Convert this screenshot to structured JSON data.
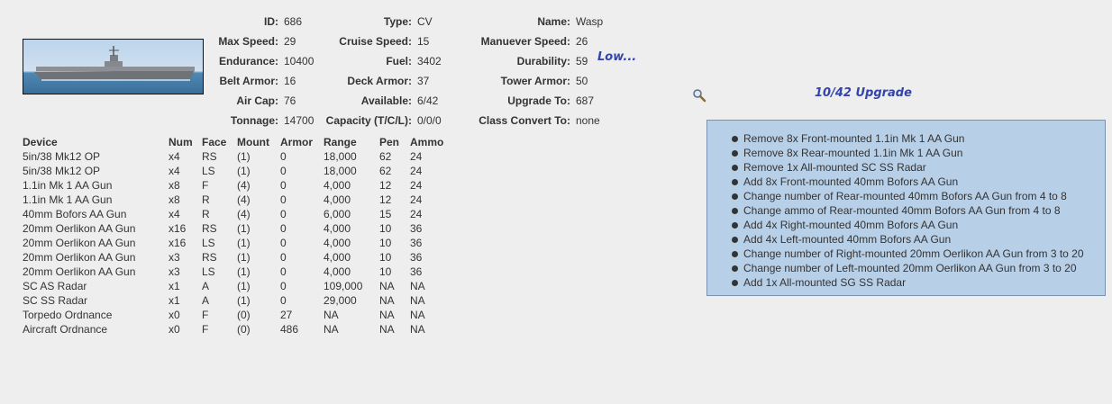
{
  "ship": {
    "col1": [
      {
        "label": "ID:",
        "value": "686"
      },
      {
        "label": "Max Speed:",
        "value": "29"
      },
      {
        "label": "Endurance:",
        "value": "10400"
      },
      {
        "label": "Belt Armor:",
        "value": "16"
      },
      {
        "label": "Air Cap:",
        "value": "76"
      },
      {
        "label": "Tonnage:",
        "value": "14700"
      }
    ],
    "col2": [
      {
        "label": "Type:",
        "value": "CV"
      },
      {
        "label": "Cruise Speed:",
        "value": "15"
      },
      {
        "label": "Fuel:",
        "value": "3402"
      },
      {
        "label": "Deck Armor:",
        "value": "37"
      },
      {
        "label": "Available:",
        "value": "6/42"
      },
      {
        "label": "Capacity (T/C/L):",
        "value": "0/0/0"
      }
    ],
    "col3": [
      {
        "label": "Name:",
        "value": "Wasp"
      },
      {
        "label": "Manuever Speed:",
        "value": "26"
      },
      {
        "label": "Durability:",
        "value": "59"
      },
      {
        "label": "Tower Armor:",
        "value": "50"
      },
      {
        "label": "Upgrade To:",
        "value": "687"
      },
      {
        "label": "Class Convert To:",
        "value": "none"
      }
    ],
    "durability_note": "Low...",
    "upgrade_title": "10/42 Upgrade"
  },
  "devices": {
    "headers": {
      "name": "Device",
      "num": "Num",
      "face": "Face",
      "mount": "Mount",
      "armor": "Armor",
      "range": "Range",
      "pen": "Pen",
      "ammo": "Ammo"
    },
    "rows": [
      {
        "name": "5in/38 Mk12 OP",
        "num": "x4",
        "face": "RS",
        "mount": "(1)",
        "armor": "0",
        "range": "18,000",
        "pen": "62",
        "ammo": "24"
      },
      {
        "name": "5in/38 Mk12 OP",
        "num": "x4",
        "face": "LS",
        "mount": "(1)",
        "armor": "0",
        "range": "18,000",
        "pen": "62",
        "ammo": "24"
      },
      {
        "name": "1.1in Mk 1 AA Gun",
        "num": "x8",
        "face": "F",
        "mount": "(4)",
        "armor": "0",
        "range": "4,000",
        "pen": "12",
        "ammo": "24"
      },
      {
        "name": "1.1in Mk 1 AA Gun",
        "num": "x8",
        "face": "R",
        "mount": "(4)",
        "armor": "0",
        "range": "4,000",
        "pen": "12",
        "ammo": "24"
      },
      {
        "name": "40mm Bofors AA Gun",
        "num": "x4",
        "face": "R",
        "mount": "(4)",
        "armor": "0",
        "range": "6,000",
        "pen": "15",
        "ammo": "24"
      },
      {
        "name": "20mm Oerlikon AA Gun",
        "num": "x16",
        "face": "RS",
        "mount": "(1)",
        "armor": "0",
        "range": "4,000",
        "pen": "10",
        "ammo": "36"
      },
      {
        "name": "20mm Oerlikon AA Gun",
        "num": "x16",
        "face": "LS",
        "mount": "(1)",
        "armor": "0",
        "range": "4,000",
        "pen": "10",
        "ammo": "36"
      },
      {
        "name": "20mm Oerlikon AA Gun",
        "num": "x3",
        "face": "RS",
        "mount": "(1)",
        "armor": "0",
        "range": "4,000",
        "pen": "10",
        "ammo": "36"
      },
      {
        "name": "20mm Oerlikon AA Gun",
        "num": "x3",
        "face": "LS",
        "mount": "(1)",
        "armor": "0",
        "range": "4,000",
        "pen": "10",
        "ammo": "36"
      },
      {
        "name": "SC AS Radar",
        "num": "x1",
        "face": "A",
        "mount": "(1)",
        "armor": "0",
        "range": "109,000",
        "pen": "NA",
        "ammo": "NA"
      },
      {
        "name": "SC SS Radar",
        "num": "x1",
        "face": "A",
        "mount": "(1)",
        "armor": "0",
        "range": "29,000",
        "pen": "NA",
        "ammo": "NA"
      },
      {
        "name": "Torpedo Ordnance",
        "num": "x0",
        "face": "F",
        "mount": "(0)",
        "armor": "27",
        "range": "NA",
        "pen": "NA",
        "ammo": "NA"
      },
      {
        "name": "Aircraft Ordnance",
        "num": "x0",
        "face": "F",
        "mount": "(0)",
        "armor": "486",
        "range": "NA",
        "pen": "NA",
        "ammo": "NA"
      }
    ]
  },
  "upgrades": [
    "Remove 8x Front-mounted 1.1in Mk 1 AA Gun",
    "Remove 8x Rear-mounted 1.1in Mk 1 AA Gun",
    "Remove 1x All-mounted SC SS Radar",
    "Add 8x Front-mounted 40mm Bofors AA Gun",
    "Change number of Rear-mounted 40mm Bofors AA Gun from 4 to 8",
    "Change ammo of Rear-mounted 40mm Bofors AA Gun from 4 to 8",
    "Add 4x Right-mounted 40mm Bofors AA Gun",
    "Add 4x Left-mounted 40mm Bofors AA Gun",
    "Change number of Right-mounted 20mm Oerlikon AA Gun from 3 to 20",
    "Change number of Left-mounted 20mm Oerlikon AA Gun from 3 to 20",
    "Add 1x All-mounted SG SS Radar"
  ],
  "icons": {
    "magnifier": "magnifier-icon"
  },
  "colors": {
    "accent_text": "#3344aa",
    "upgrade_panel": "#b8cfe8"
  }
}
